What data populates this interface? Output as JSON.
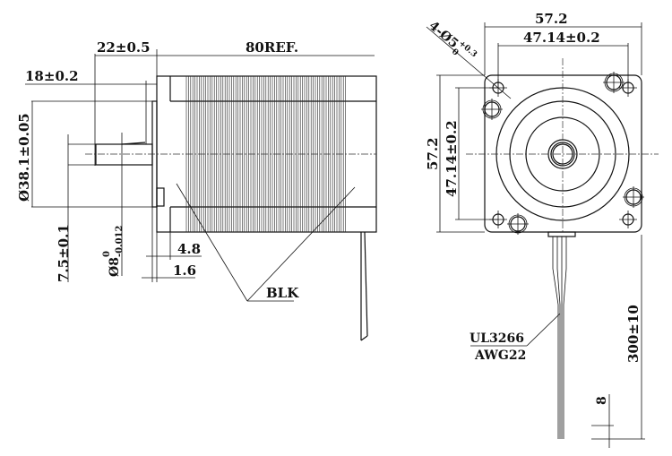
{
  "side_view": {
    "shaft_length": "22±0.5",
    "body_length": "80REF.",
    "flat_length": "18±0.2",
    "pilot_diameter": "Ø38.1±0.05",
    "flat_height": "7.5±0.1",
    "shaft_diameter": "Ø8",
    "shaft_tol_upper": "0",
    "shaft_tol_lower": "-0.012",
    "flange_4_8": "4.8",
    "flange_1_6": "1.6",
    "lamination_label": "BLK"
  },
  "front_view": {
    "hole_spec": "4-Ø5",
    "hole_tol_upper": "+0.3",
    "hole_tol_lower": "0",
    "width": "57.2",
    "hole_spacing_h": "47.14±0.2",
    "height": "57.2",
    "hole_spacing_v": "47.14±0.2",
    "wire_type": "UL3266",
    "wire_gauge": "AWG22",
    "lead_length": "300±10",
    "strip_length": "8"
  }
}
